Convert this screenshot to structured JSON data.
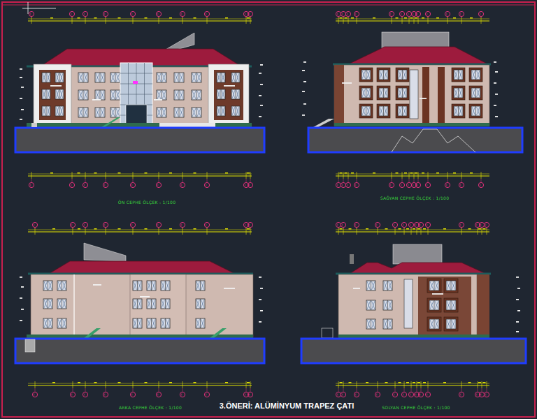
{
  "diagram": {
    "title": "3.ÖNERİ: ALÜMİNYUM TRAPEZ ÇATI",
    "labels": [
      "ÖN CEPHE   ÖLÇEK : 1/100",
      "SAĞYAN CEPHE   ÖLÇEK : 1/100",
      "ARKA CEPHE   ÖLÇEK : 1/100",
      "SOLYAN CEPHE   ÖLÇEK : 1/100"
    ]
  }
}
